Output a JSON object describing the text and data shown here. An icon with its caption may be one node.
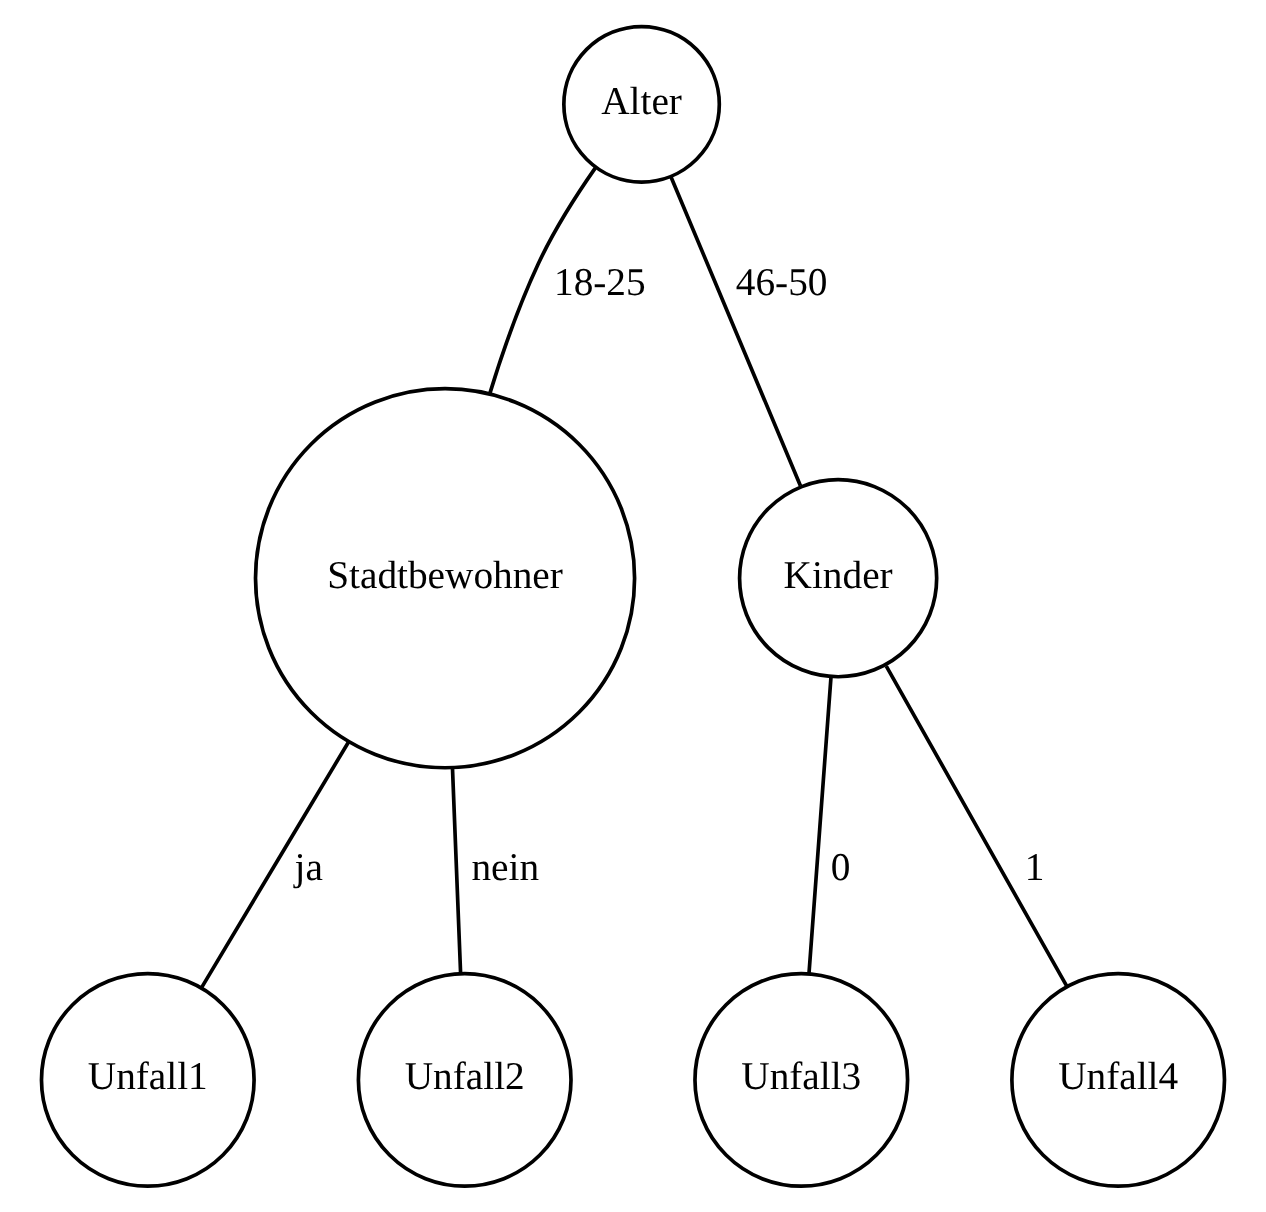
{
  "diagram": {
    "nodes": [
      {
        "text": [
          "Alter"
        ]
      },
      {
        "text": [
          "Stadtbewohner"
        ]
      },
      {
        "text": [
          "Kinder"
        ]
      },
      {
        "text": [
          "Unfall1"
        ]
      },
      {
        "text": [
          "Unfall2"
        ]
      },
      {
        "text": [
          "Unfall3"
        ]
      },
      {
        "text": [
          "Unfall4"
        ]
      }
    ],
    "edges": [
      {
        "from": 0,
        "to": 1,
        "arrow": "none",
        "label": "18-25"
      },
      {
        "from": 0,
        "to": 2,
        "arrow": "none",
        "label": "46-50"
      },
      {
        "from": 1,
        "to": 3,
        "arrow": "none",
        "label": "ja"
      },
      {
        "from": 1,
        "to": 4,
        "arrow": "none",
        "label": "nein"
      },
      {
        "from": 2,
        "to": 5,
        "arrow": "none",
        "label": "0"
      },
      {
        "from": 2,
        "to": 6,
        "arrow": "none",
        "label": "1"
      }
    ]
  }
}
